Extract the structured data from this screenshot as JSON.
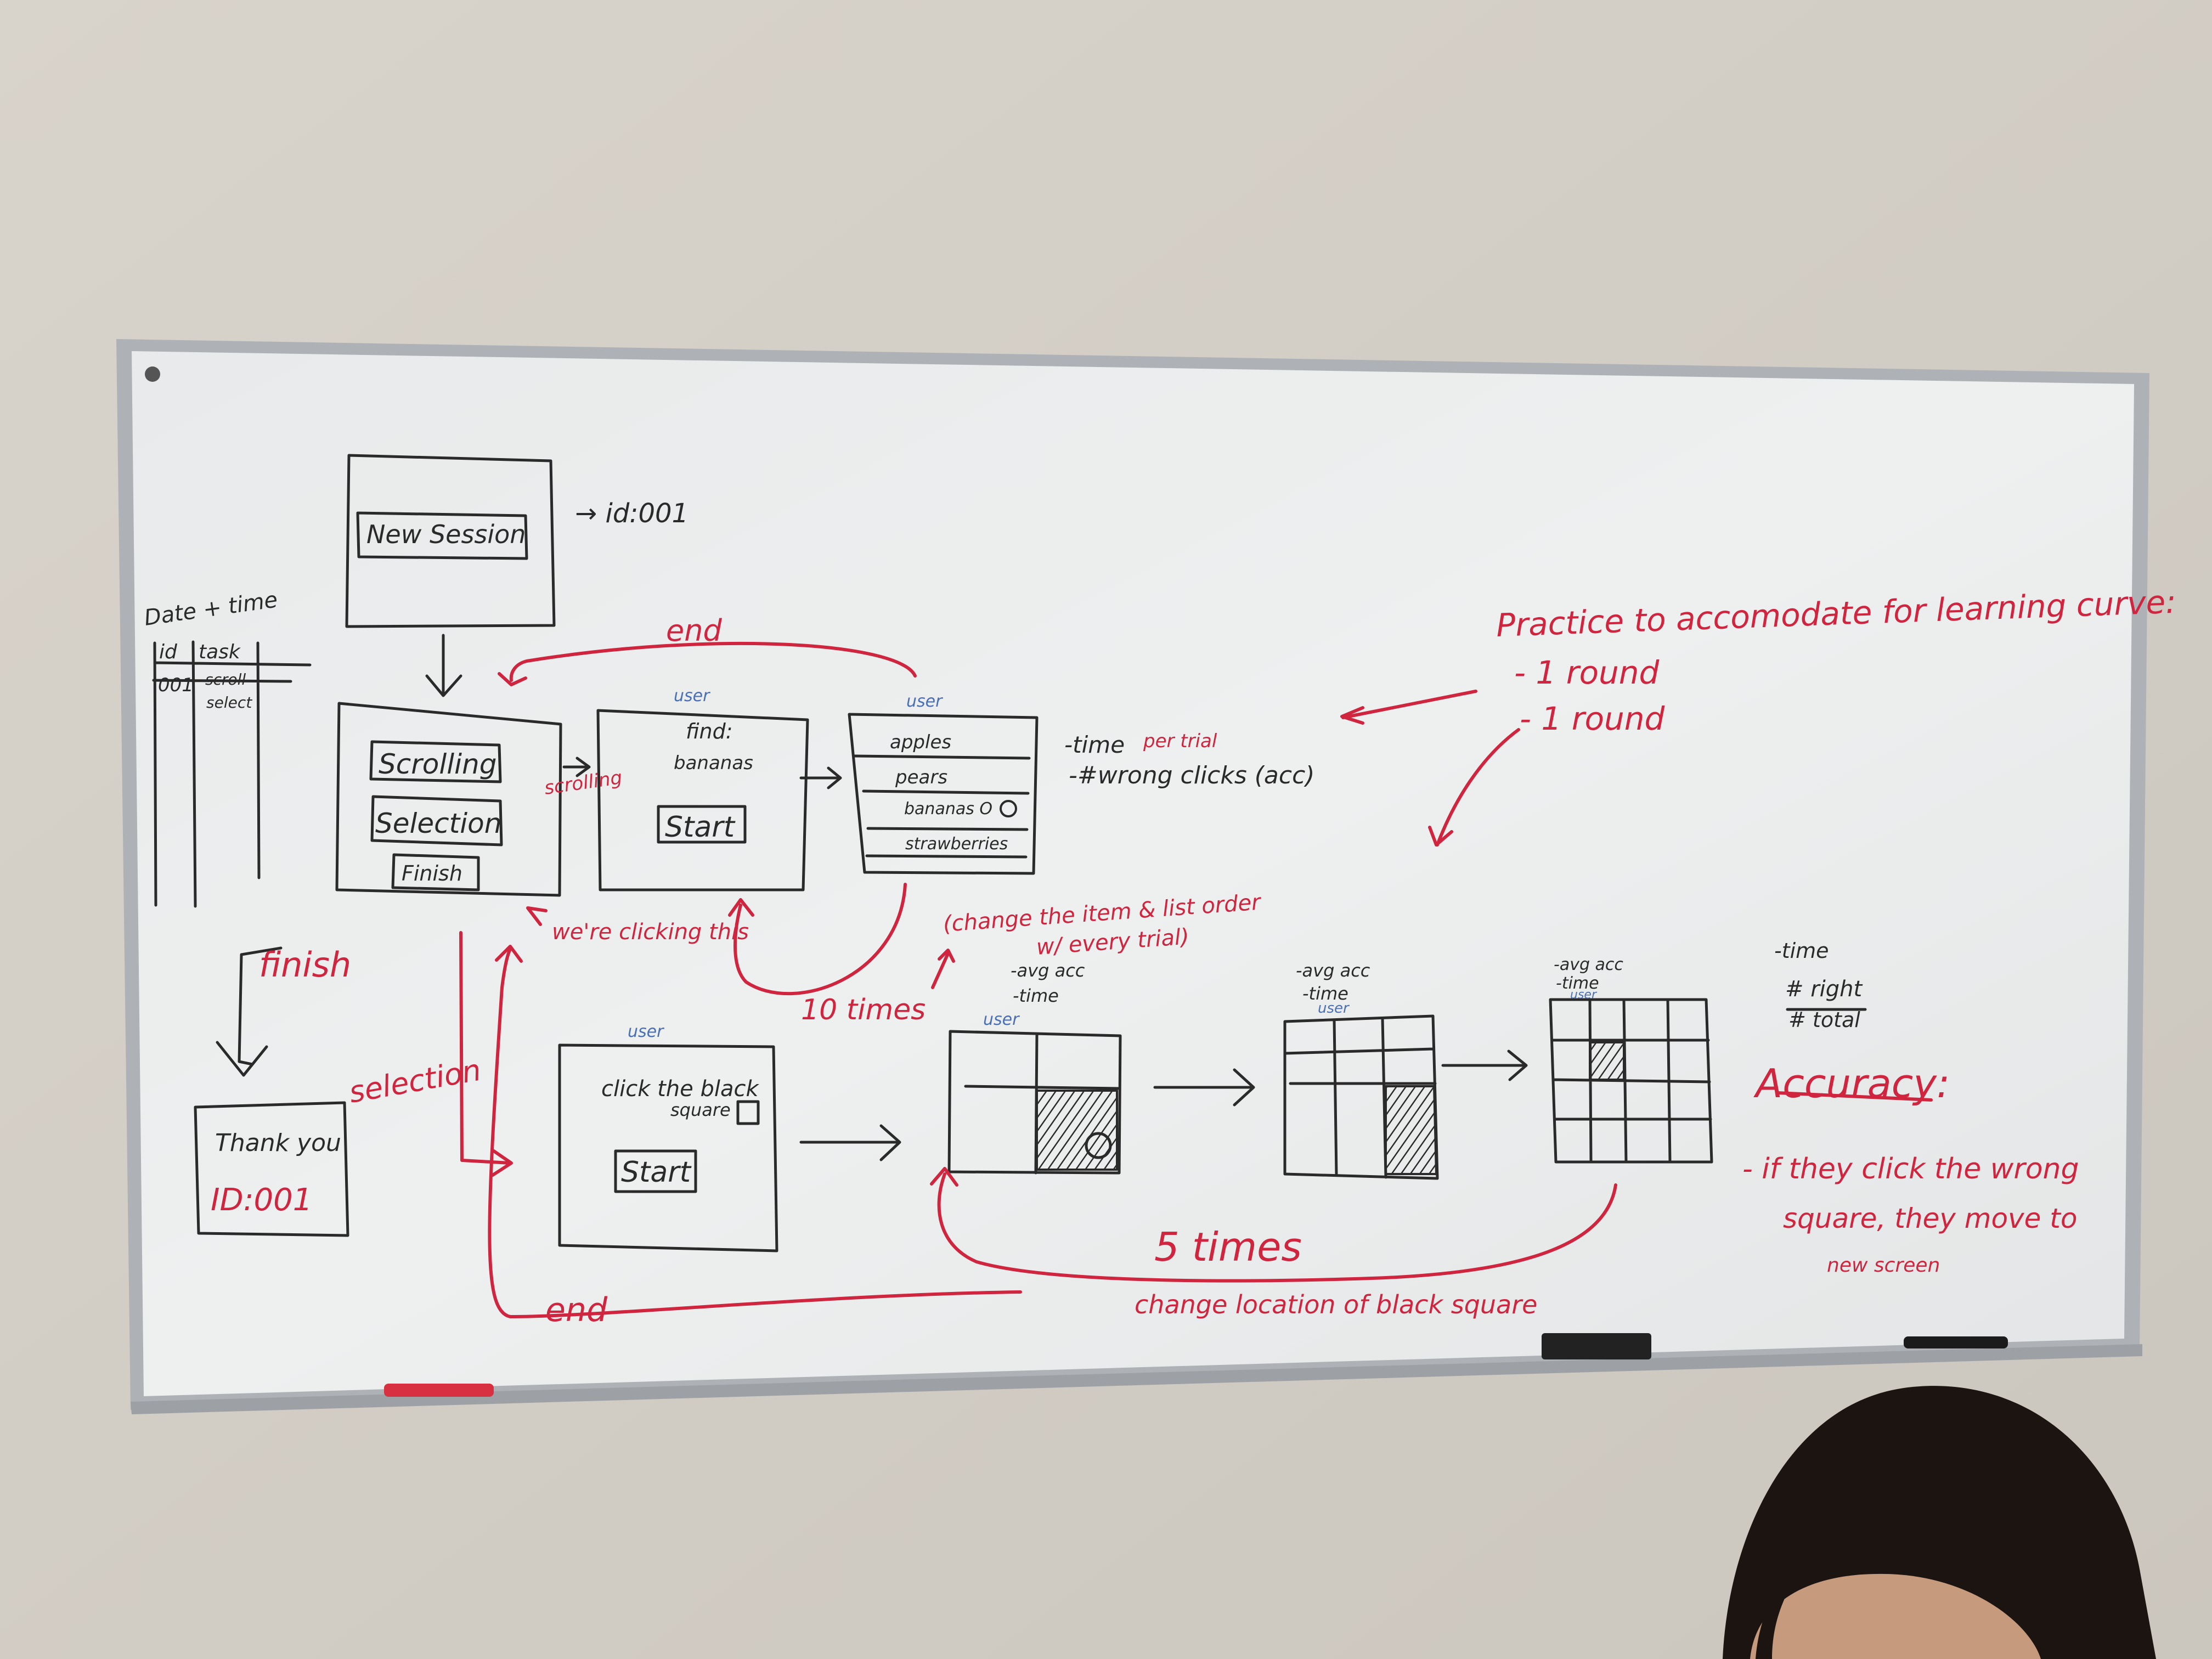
{
  "colors": {
    "wall": "#d9d5cd",
    "board": "#eceeee",
    "frame": "#aeb2b6",
    "marker_black": "#2a2a2a",
    "marker_red": "#d0253f",
    "marker_blue": "#4a6fb5",
    "hair": "#1c1410",
    "skin": "#c69a7c"
  },
  "text": {
    "new_session": "New Session",
    "id_arrow": "→ id:001",
    "date_time": "Date + time",
    "table_id": "id",
    "table_task": "task",
    "table_001": "001",
    "table_scroll": "scroll",
    "table_select": "select",
    "end_top": "end",
    "user_1": "user",
    "user_2": "user",
    "user_3": "user",
    "user_4": "user",
    "user_5": "user",
    "user_6": "user",
    "user_7": "user",
    "scrolling": "Scrolling",
    "selection_btn": "Selection",
    "finish_btn": "Finish",
    "scrolling_red": "scrolling",
    "find": "find:",
    "bananas": "bananas",
    "start_1": "Start",
    "list_apples": "apples",
    "list_pears": "pears",
    "list_bananas": "bananas O",
    "list_strawberries": "strawberries",
    "time_per_trial_a": "-time",
    "time_per_trial_b": "per trial",
    "wrong_clicks": "-#wrong clicks (acc)",
    "practice": "Practice to accomodate for learning curve:",
    "round_1": "- 1 round",
    "round_2": "- 1 round",
    "were_clicking": "we're clicking this",
    "change_item": "(change the item & list order",
    "every_trial": "w/ every trial)",
    "ten_times": "10 times",
    "finish_red": "finish",
    "selection_red": "selection",
    "thank_you": "Thank you",
    "id_001": "ID:001",
    "click_black": "click the black",
    "square": "square",
    "start_2": "Start",
    "avg_acc_1": "-avg acc",
    "time_1": "-time",
    "avg_acc_2": "-avg acc",
    "time_2": "-time",
    "avg_acc_3": "-avg acc",
    "time_3": "-time",
    "time_right": "-time",
    "right": "# right",
    "total": "# total",
    "accuracy": "Accuracy:",
    "wrong_1": "- if they click the wrong",
    "wrong_2": "square, they move to",
    "wrong_3": "new screen",
    "five_times": "5 times",
    "change_location": "change location of black square",
    "end_bottom": "end"
  }
}
